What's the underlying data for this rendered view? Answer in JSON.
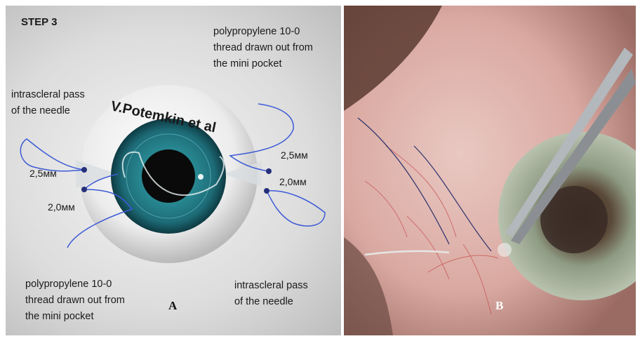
{
  "panel_a": {
    "step_title": "STEP 3",
    "author": "V.Potemkin et al",
    "label_top_right": "polypropylene 10-0\nthread drawn out from\nthe mini pocket",
    "label_top_left": "intrascleral pass\nof the needle",
    "label_bottom_left": "polypropylene 10-0\nthread drawn out from\nthe mini pocket",
    "label_bottom_right": "intrascleral pass\nof the needle",
    "measure_left_top": "2,5мм",
    "measure_left_bottom": "2,0мм",
    "measure_right_top": "2,5мм",
    "measure_right_bottom": "2,0мм",
    "letter": "A"
  },
  "panel_b": {
    "letter": "B"
  },
  "colors": {
    "thread": "#3d5bd6",
    "suture_point": "#25307a",
    "iris": "#1f7f8a",
    "sclera_background": "#c9a6a0",
    "letter_b": "#ffffff"
  },
  "icons": [
    "eye-illustration",
    "surgical-forceps",
    "surgical-needle"
  ]
}
